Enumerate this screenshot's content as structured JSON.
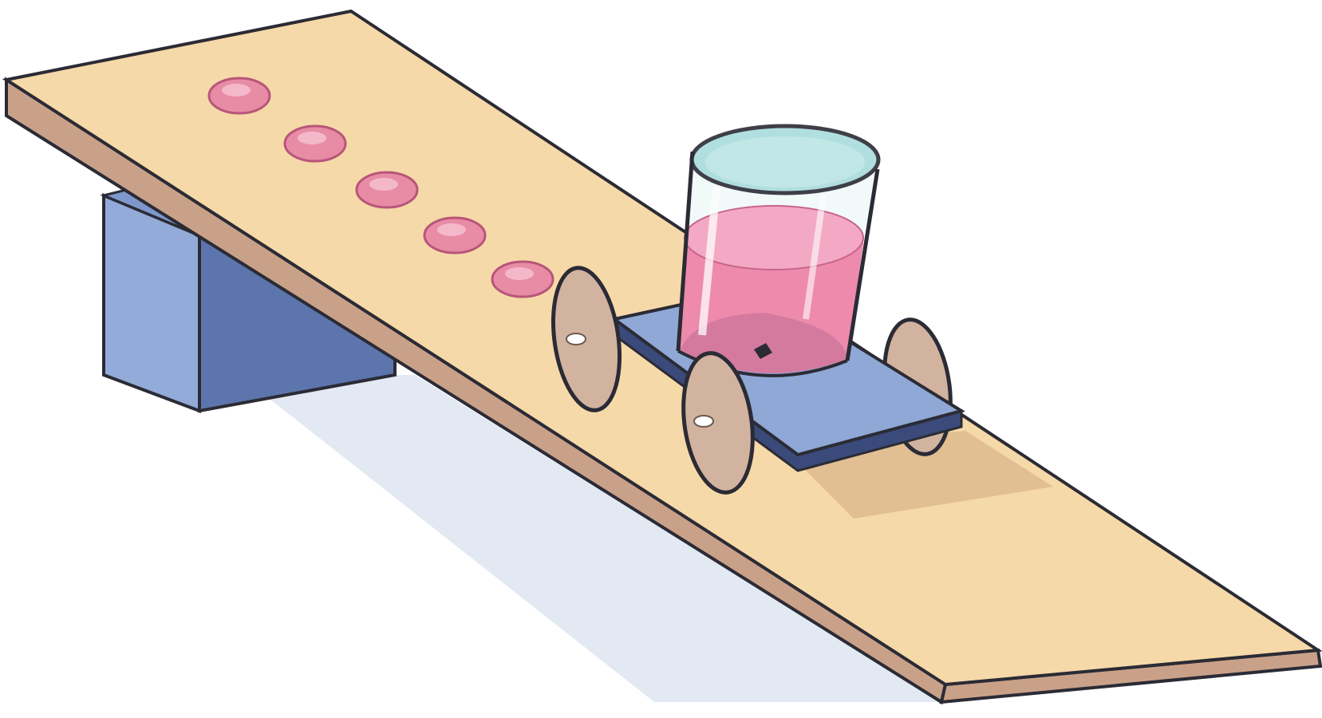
{
  "scene": {
    "kind": "illustration",
    "objects": [
      "ramp-board",
      "support-block",
      "cart",
      "beaker",
      "drip-marks"
    ],
    "drip_marks": [
      1,
      2,
      3,
      4,
      5
    ],
    "wheels": [
      "front-left-wheel",
      "front-right-wheel",
      "rear-wheel"
    ],
    "colors": {
      "board_top": "#f6d9a8",
      "board_edge": "#c9a189",
      "block_light": "#93abd8",
      "block_dark": "#5d75ad",
      "cart_deck": "#8fa8d6",
      "liquid": "#ee8aac",
      "beaker_rim": "#a9dcdc",
      "drip": "#e88ca6",
      "wheel": "#d2b3a0",
      "shadow": "#d8e1ee",
      "outline": "#2b2b35"
    }
  }
}
